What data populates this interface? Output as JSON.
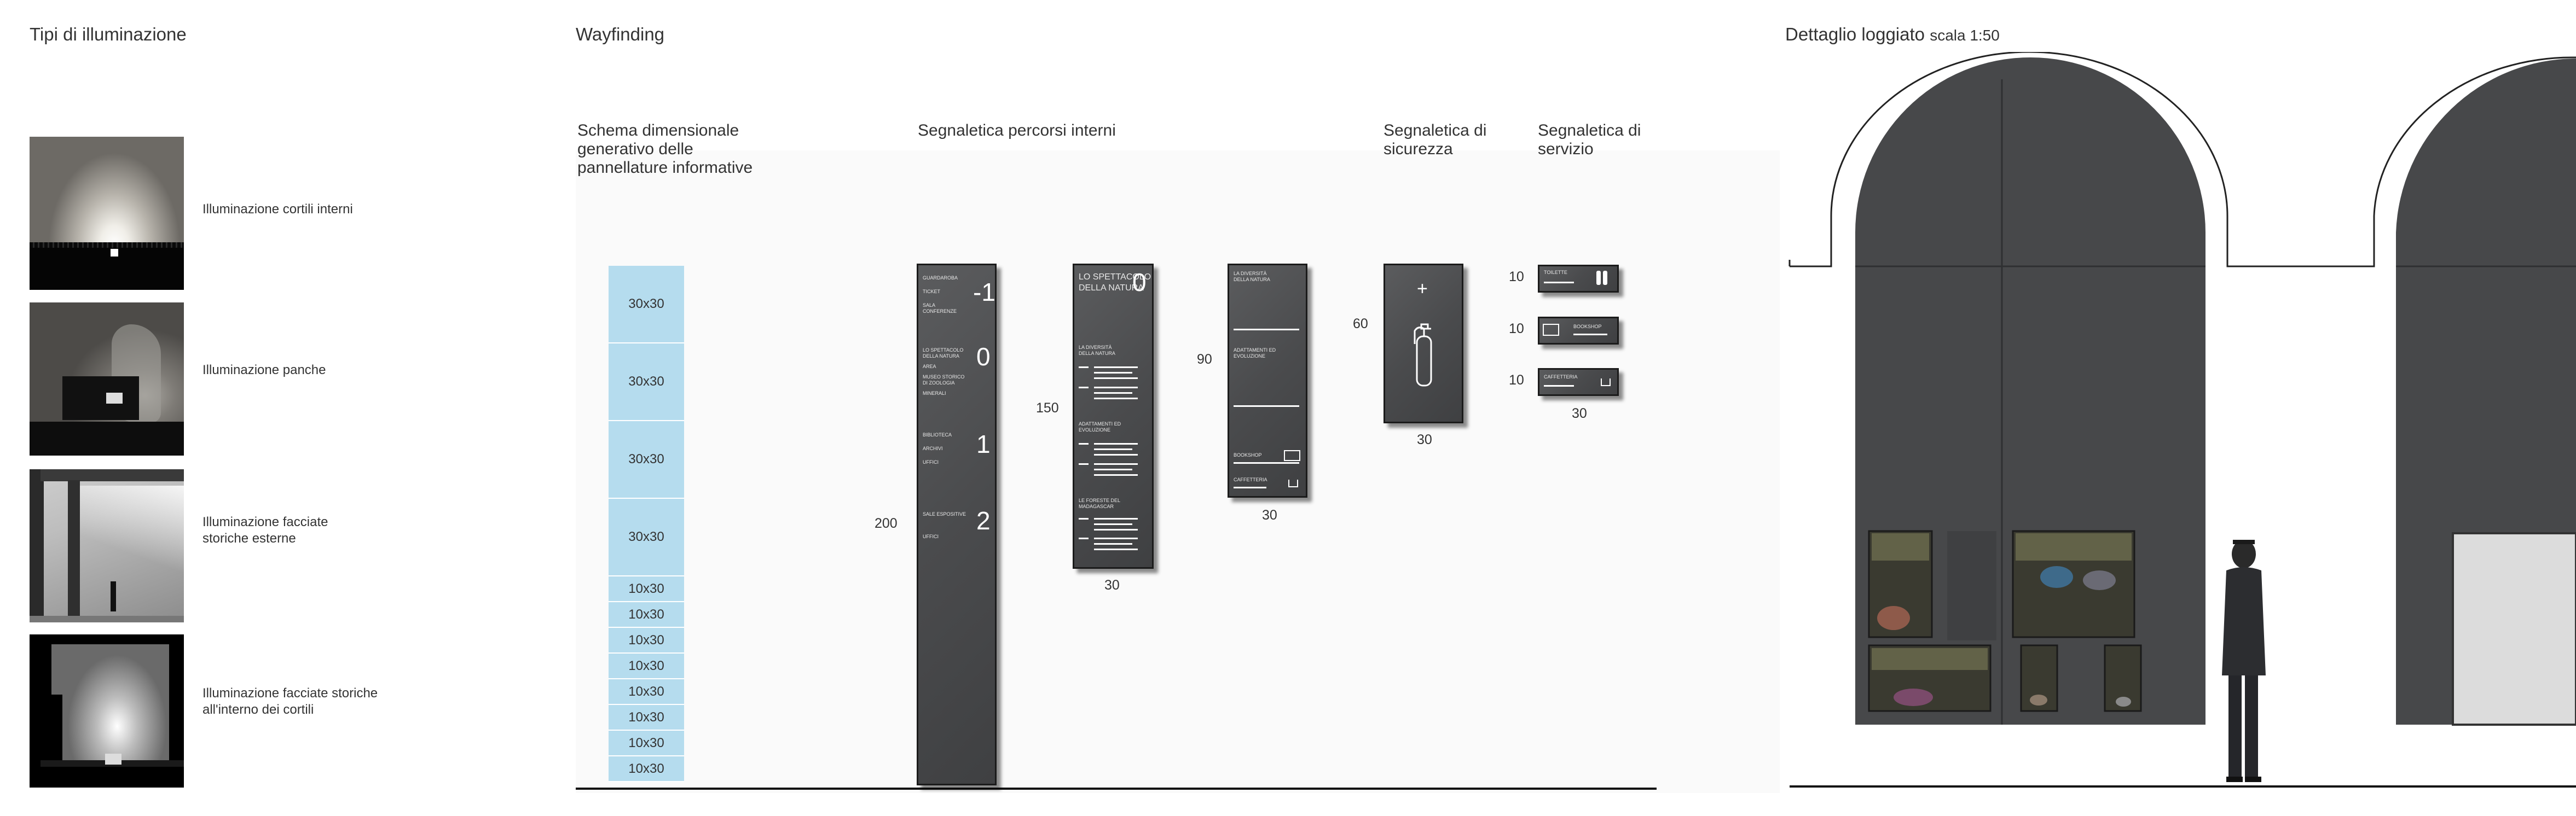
{
  "sections": {
    "lighting_title": "Tipi di illuminazione",
    "wayfinding_title": "Wayfinding",
    "loggia_title": "Dettaglio loggiato",
    "loggia_scale": "scala 1:50"
  },
  "lighting": [
    {
      "label_l1": "Illuminazione cortili interni",
      "label_l2": ""
    },
    {
      "label_l1": "Illuminazione panche",
      "label_l2": ""
    },
    {
      "label_l1": "Illuminazione facciate",
      "label_l2": "storiche esterne"
    },
    {
      "label_l1": "Illuminazione facciate storiche",
      "label_l2": "all'interno dei cortili"
    }
  ],
  "wayfinding": {
    "schema_title_l1": "Schema dimensionale",
    "schema_title_l2": "generativo delle",
    "schema_title_l3": "pannellature informative",
    "interni_title": "Segnaletica percorsi interni",
    "sicurezza_l1": "Segnaletica di",
    "sicurezza_l2": "sicurezza",
    "servizio_l1": "Segnaletica di",
    "servizio_l2": "servizio",
    "boxes_large": [
      "30x30",
      "30x30",
      "30x30",
      "30x30"
    ],
    "boxes_small": [
      "10x30",
      "10x30",
      "10x30",
      "10x30",
      "10x30",
      "10x30",
      "10x30",
      "10x30"
    ],
    "dims": {
      "h200": "200",
      "h150": "150",
      "w30_a": "30",
      "h90": "90",
      "w30_b": "30",
      "h60": "60",
      "w30_c": "30",
      "h10_a": "10",
      "h10_b": "10",
      "h10_c": "10",
      "w30_d": "30"
    },
    "totem": {
      "numbers": [
        "-1",
        "0",
        "1",
        "2"
      ],
      "groups": [
        [
          "GUARDAROBA",
          "TICKET",
          "SALA CONFERENZE"
        ],
        [
          "LO SPETTACOLO DELLA NATURA",
          "AREA",
          "MUSEO STORICO DI ZOOLOGIA",
          "MINERALI"
        ],
        [
          "BIBLIOTECA",
          "ARCHIVI",
          "UFFICI"
        ],
        [
          "SALE ESPOSITIVE",
          "UFFICI"
        ]
      ]
    },
    "panel150": {
      "title_l1": "LO SPETTACOLO",
      "title_l2": "DELLA NATURA",
      "number": "0",
      "items": [
        "LA DIVERSITÀ DELLA NATURA",
        "ADATTAMENTI ED EVOLUZIONE",
        "LE FORESTE DEL MADAGASCAR"
      ]
    },
    "panel90": {
      "items": [
        "LA DIVERSITÀ DELLA NATURA",
        "ADATTAMENTI ED EVOLUZIONE",
        "BOOKSHOP",
        "CAFFETTERIA"
      ]
    },
    "safety_plus": "+",
    "service": [
      "TOILETTE",
      "BOOKSHOP",
      "CAFFETTERIA"
    ]
  }
}
